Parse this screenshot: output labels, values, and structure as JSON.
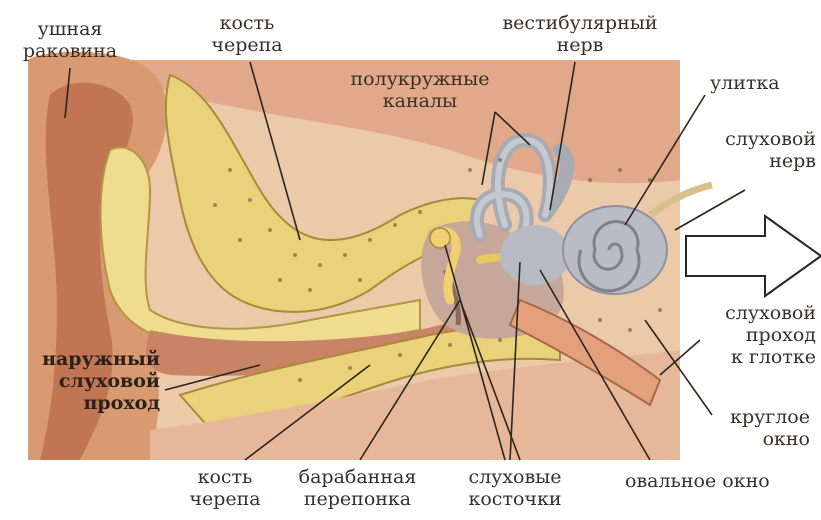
{
  "labels": {
    "outer_ear": [
      "ушная",
      "раковина"
    ],
    "skull_bone_top": [
      "кость",
      "черепа"
    ],
    "vestibular_nerve": [
      "вестибулярный",
      "нерв"
    ],
    "semicircular_canals": [
      "полукружные",
      "каналы"
    ],
    "cochlea": [
      "улитка"
    ],
    "auditory_nerve": [
      "слуховой",
      "нерв"
    ],
    "external_canal": [
      "наружный",
      "слуховой",
      "проход"
    ],
    "eustachian_tube": [
      "слуховой",
      "проход",
      "к глотке"
    ],
    "round_window": [
      "круглое",
      "окно"
    ],
    "skull_bone_bottom": [
      "кость",
      "черепа"
    ],
    "eardrum": [
      "барабанная",
      "перепонка"
    ],
    "ossicles": [
      "слуховые",
      "косточки"
    ],
    "oval_window": [
      "овальное окно"
    ]
  },
  "colors": {
    "bone": "#e9d27a",
    "skin": "#d99a72",
    "dark_skin": "#b8684a",
    "inner_ear": "#b9bcc4",
    "line": "#2b2620",
    "label": "#3a2f26"
  },
  "icons": [
    "arrow-right-icon"
  ]
}
